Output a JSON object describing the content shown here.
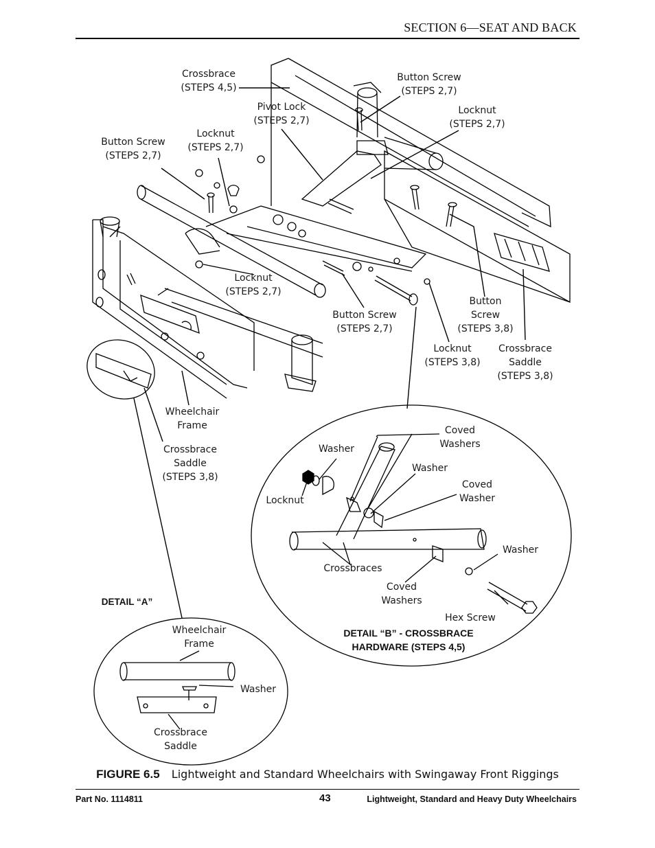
{
  "header": {
    "section_title": "SECTION 6—SEAT AND BACK"
  },
  "labels": {
    "crossbrace_top": "Crossbrace\n(STEPS 4,5)",
    "button_screw_top_right": "Button Screw\n(STEPS 2,7)",
    "pivot_lock": "Pivot Lock\n(STEPS 2,7)",
    "locknut_top_right": "Locknut\n(STEPS 2,7)",
    "button_screw_left": "Button Screw\n(STEPS 2,7)",
    "locknut_top_mid": "Locknut\n(STEPS 2,7)",
    "locknut_mid": "Locknut\n(STEPS 2,7)",
    "button_screw_mid": "Button Screw\n(STEPS 2,7)",
    "button_screw_right": "Button\nScrew\n(STEPS 3,8)",
    "locknut_right": "Locknut\n(STEPS 3,8)",
    "crossbrace_saddle_right": "Crossbrace\nSaddle\n(STEPS 3,8)",
    "wheelchair_frame_left": "Wheelchair\nFrame",
    "crossbrace_saddle_left": "Crossbrace\nSaddle\n(STEPS 3,8)"
  },
  "detail_a": {
    "title": "DETAIL “A”",
    "wheelchair_frame": "Wheelchair\nFrame",
    "washer": "Washer",
    "crossbrace_saddle": "Crossbrace\nSaddle"
  },
  "detail_b": {
    "title": "DETAIL “B” - CROSSBRACE\nHARDWARE (STEPS 4,5)",
    "coved_washers_top": "Coved\nWashers",
    "washer_1": "Washer",
    "washer_2": "Washer",
    "locknut": "Locknut",
    "coved_washer": "Coved\nWasher",
    "washer_3": "Washer",
    "crossbraces": "Crossbraces",
    "coved_washers_bottom": "Coved\nWashers",
    "hex_screw": "Hex Screw"
  },
  "caption": {
    "figure_number": "FIGURE 6.5",
    "text": "Lightweight and Standard Wheelchairs with Swingaway Front Riggings"
  },
  "footer": {
    "part_no": "Part No. 1114811",
    "page_number": "43",
    "doc_title": "Lightweight, Standard and Heavy Duty Wheelchairs"
  }
}
